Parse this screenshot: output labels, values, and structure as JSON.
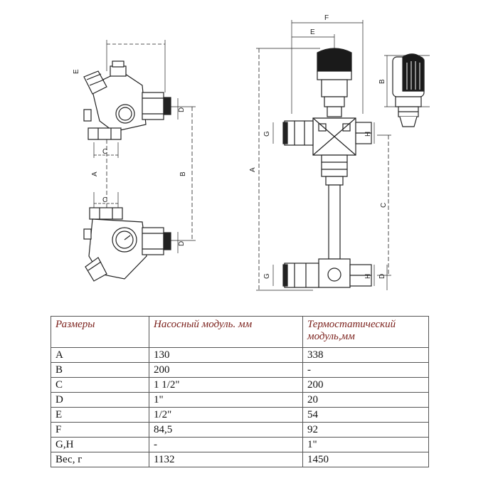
{
  "dimension_letters": {
    "A": "A",
    "B": "B",
    "C": "C",
    "D": "D",
    "E": "E",
    "F": "F",
    "G": "G",
    "H": "H"
  },
  "table": {
    "headers": [
      "Размеры",
      "Насосный модуль. мм",
      "Термостатический модуль,мм"
    ],
    "rows": [
      [
        "A",
        "130",
        "338"
      ],
      [
        "B",
        "200",
        "-"
      ],
      [
        "C",
        "1  1/2\"",
        "200"
      ],
      [
        "D",
        "1\"",
        "20"
      ],
      [
        "E",
        "1/2\"",
        "54"
      ],
      [
        "F",
        "84,5",
        "92"
      ],
      [
        "G,H",
        "-",
        "1\""
      ],
      [
        "Вес, г",
        "1132",
        "1450"
      ]
    ]
  },
  "colors": {
    "header_text": "#7a1f1a",
    "line": "#222222",
    "knob": "#1a1a1a"
  }
}
